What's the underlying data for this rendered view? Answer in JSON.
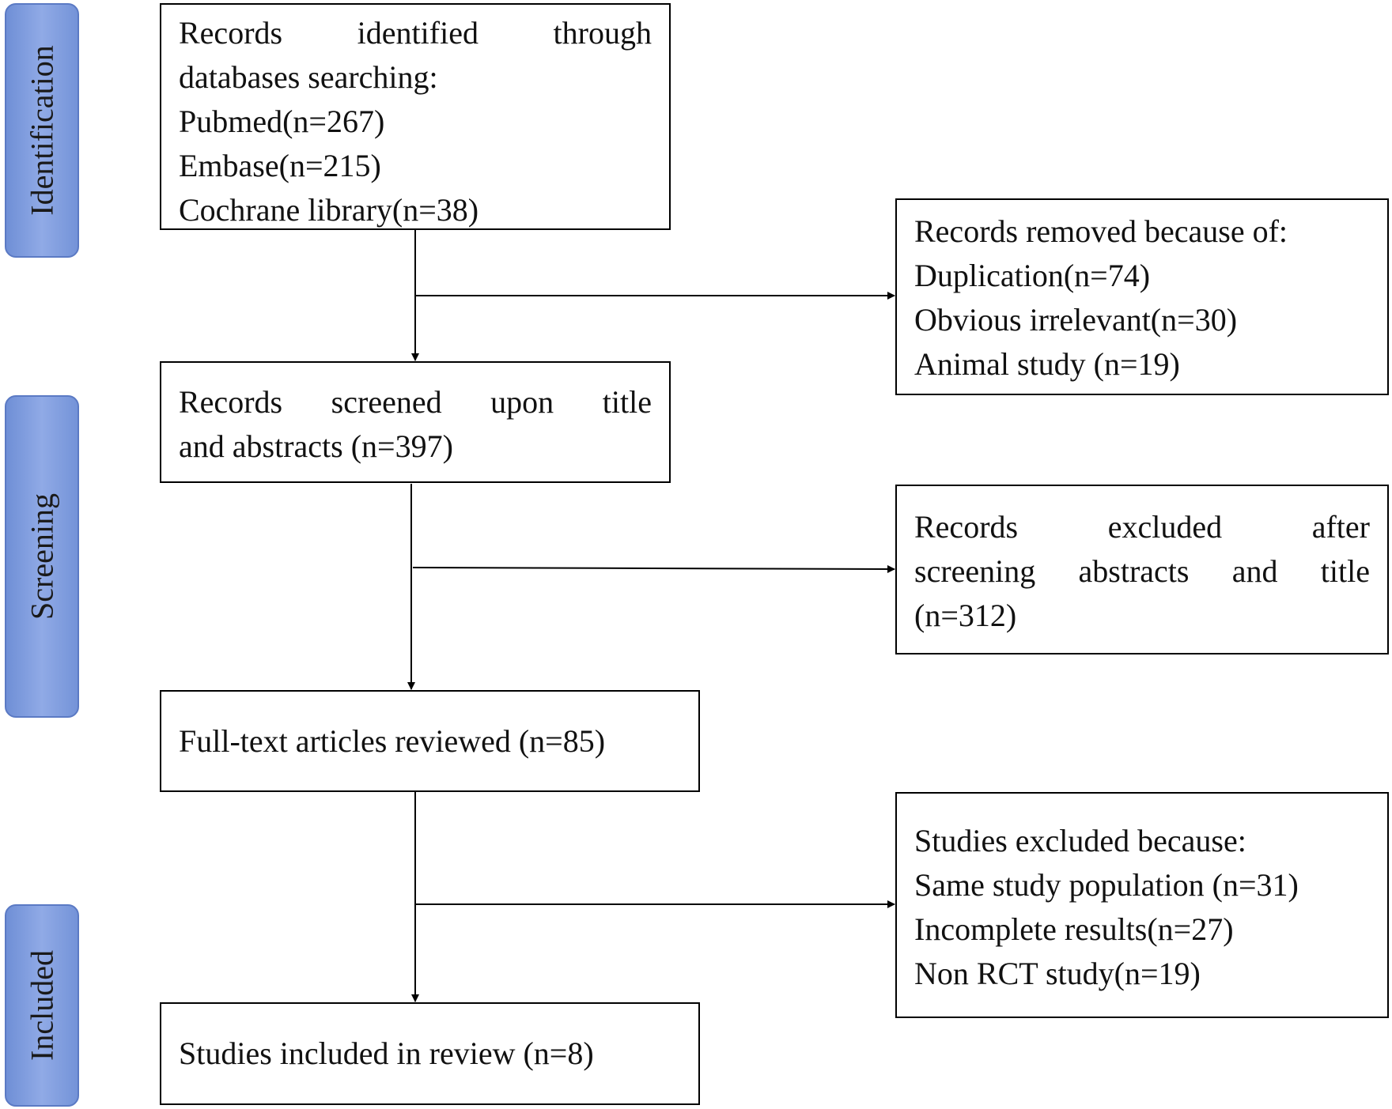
{
  "phases": {
    "identification": "Identification",
    "screening": "Screening",
    "included": "Included"
  },
  "boxes": {
    "identified": {
      "line1": "Records identified through",
      "line2": "databases searching:",
      "line3": "Pubmed(n=267)",
      "line4": "Embase(n=215)",
      "line5": "Cochrane library(n=38)"
    },
    "removed": {
      "line1": "Records removed because of:",
      "line2": "Duplication(n=74)",
      "line3": "Obvious irrelevant(n=30)",
      "line4": "Animal study (n=19)"
    },
    "screened": {
      "line1": "Records screened upon title",
      "line2": "and abstracts (n=397)"
    },
    "excluded_screening": {
      "line1": "Records excluded after",
      "line2": "screening abstracts and title",
      "line3": "(n=312)"
    },
    "fulltext": {
      "line1": "Full-text articles reviewed (n=85)"
    },
    "excluded_fulltext": {
      "line1": "Studies excluded because:",
      "line2": "Same study population (n=31)",
      "line3": "Incomplete results(n=27)",
      "line4": "Non RCT study(n=19)"
    },
    "included": {
      "line1": "Studies included in review (n=8)"
    }
  }
}
